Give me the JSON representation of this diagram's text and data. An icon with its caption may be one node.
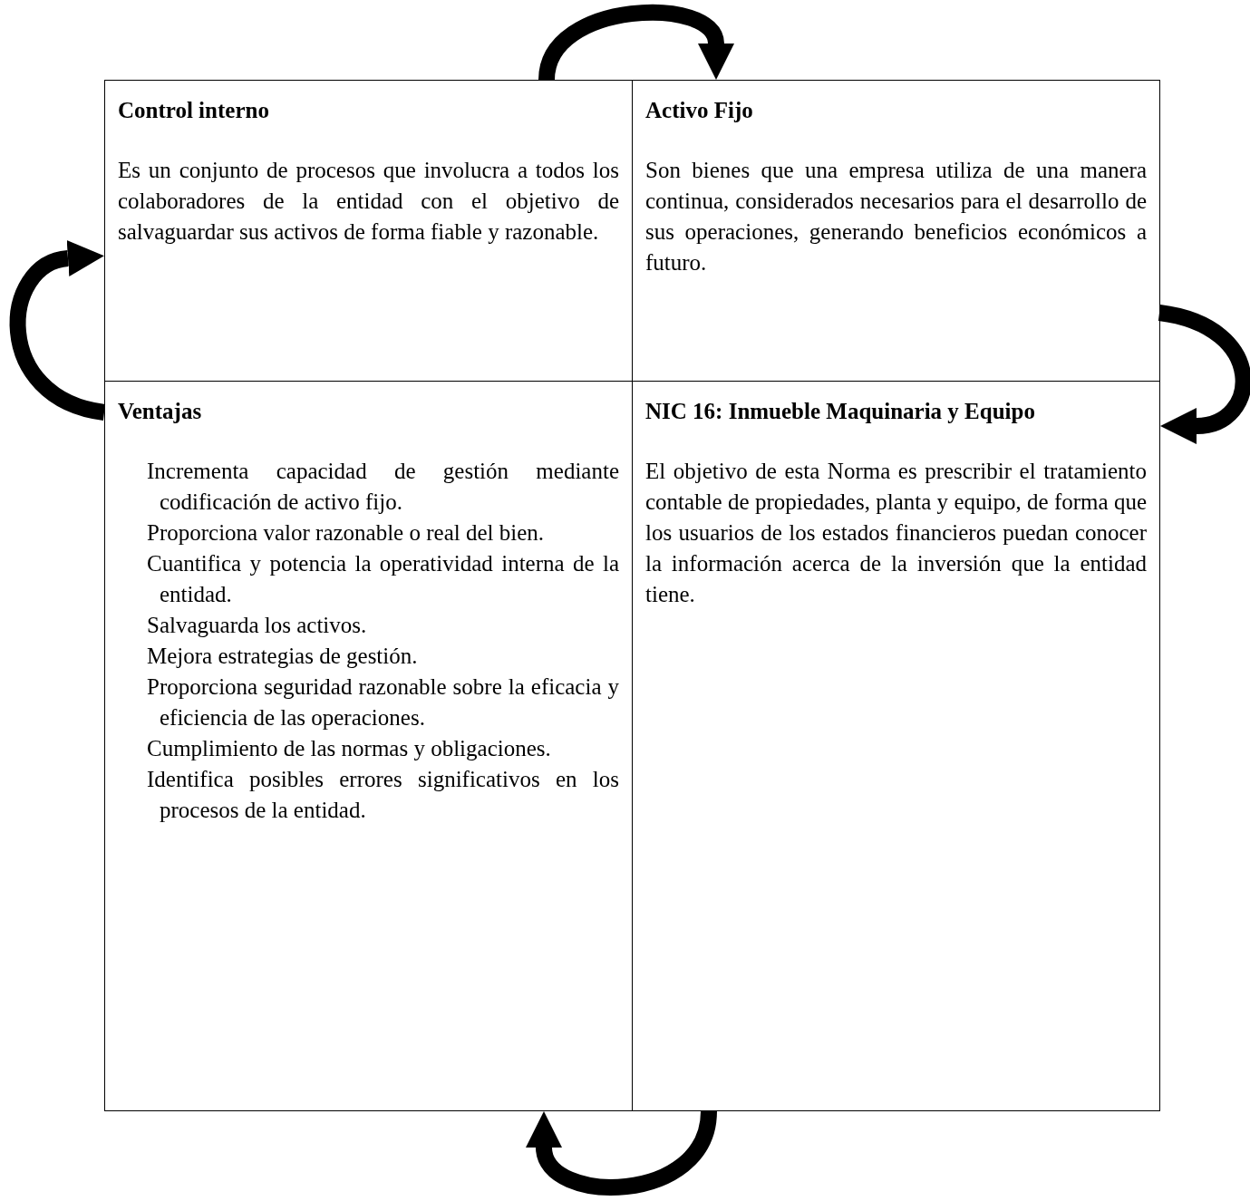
{
  "diagram": {
    "nodes": [
      {
        "text": [
          "Control interno",
          "Es un conjunto de procesos que involucra a todos los colaboradores de la entidad con el objetivo de salvaguardar sus activos de forma fiable y razonable."
        ]
      },
      {
        "text": [
          "Activo Fijo",
          "Son bienes que una empresa utiliza de una manera continua, considerados necesarios para el desarrollo de sus operaciones, generando beneficios económicos a futuro."
        ]
      },
      {
        "text": [
          "Ventajas",
          "Incrementa capacidad de gestión mediante codificación de activo fijo.",
          "Proporciona valor razonable o real del bien.",
          "Cuantifica y potencia la operatividad interna de la entidad.",
          "Salvaguarda los activos.",
          "Mejora estrategias de gestión.",
          "Proporciona seguridad razonable sobre la eficacia y eficiencia de las operaciones.",
          "Cumplimiento de las normas y obligaciones.",
          "Identifica posibles errores significativos en los procesos de la entidad."
        ]
      },
      {
        "text": [
          "NIC 16: Inmueble Maquinaria y Equipo",
          "El objetivo de esta Norma es prescribir el tratamiento contable de propiedades, planta y equipo, de forma que los usuarios de los estados financieros puedan conocer la información acerca de la inversión que la entidad tiene."
        ]
      }
    ],
    "edges": [
      {
        "from": 0,
        "to": 1,
        "arrow": "to"
      },
      {
        "from": 1,
        "to": 3,
        "arrow": "to"
      },
      {
        "from": 3,
        "to": 2,
        "arrow": "to"
      },
      {
        "from": 2,
        "to": 0,
        "arrow": "to"
      }
    ]
  }
}
